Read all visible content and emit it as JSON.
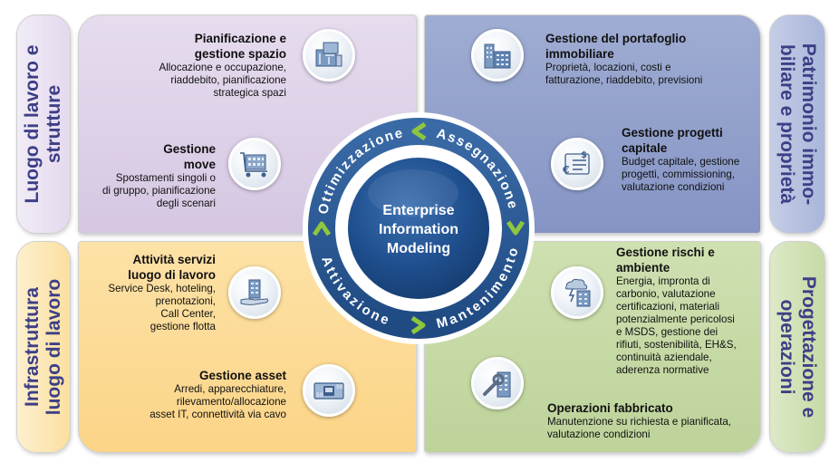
{
  "center": {
    "line1": "Enterprise",
    "line2": "Information",
    "line3": "Modeling"
  },
  "ring": {
    "top_left": "Ottimizzazione",
    "top_right": "Assegnazione",
    "bottom_left": "Attivazione",
    "bottom_right": "Mantenimento"
  },
  "side_labels": {
    "left_top": [
      "Luogo di lavoro e",
      "strutture"
    ],
    "left_bottom": [
      "Infrastruttura",
      "luogo di lavoro"
    ],
    "right_top": [
      "Patrimonio immo-",
      "biliare e proprietà"
    ],
    "right_bottom": [
      "Progettazione e",
      "operazioni"
    ]
  },
  "blocks": {
    "space": {
      "title": [
        "Pianificazione e",
        "gestione spazio"
      ],
      "desc": [
        "Allocazione e occupazione,",
        "riaddebito, pianificazione",
        "strategica spazi"
      ]
    },
    "move": {
      "title": [
        "Gestione",
        "move"
      ],
      "desc": [
        "Spostamenti singoli o",
        "di gruppo, pianificazione",
        "degli scenari"
      ]
    },
    "portfolio": {
      "title": [
        "Gestione del portafoglio",
        "immobiliare"
      ],
      "desc": [
        "Proprietà, locazioni, costi e",
        "fatturazione, riaddebito, previsioni"
      ]
    },
    "capital": {
      "title": [
        "Gestione progetti",
        "capitale"
      ],
      "desc": [
        "Budget capitale, gestione",
        "progetti, commissioning,",
        "valutazione condizioni"
      ]
    },
    "services": {
      "title": [
        "Attività servizi",
        "luogo di lavoro"
      ],
      "desc": [
        "Service Desk, hoteling,",
        "prenotazioni,",
        "Call Center,",
        "gestione flotta"
      ]
    },
    "asset": {
      "title": [
        "Gestione asset"
      ],
      "desc": [
        "Arredi, apparecchiature,",
        "rilevamento/allocazione",
        "asset IT, connettività via cavo"
      ]
    },
    "risk": {
      "title": [
        "Gestione rischi e",
        "ambiente"
      ],
      "desc": [
        "Energia, impronta di",
        "carbonio, valutazione",
        "certificazioni, materiali",
        "potenzialmente pericolosi",
        "e MSDS, gestione dei",
        "rifiuti, sostenibilità, EH&S,",
        "continuità aziendale,",
        "aderenza normative"
      ]
    },
    "operations": {
      "title": [
        "Operazioni fabbricato"
      ],
      "desc": [
        "Manutenzione su richiesta e pianificata,",
        "valutazione condizioni"
      ]
    }
  },
  "colors": {
    "purple": "#d9cde5",
    "blue": "#8e9fcb",
    "orange": "#fbd793",
    "green": "#c3d8a1",
    "ring": "#2f5f9a",
    "center": "#1f4f8e",
    "arrow": "#8ec63f",
    "label_purple": "#3d3f86",
    "label_orange": "#3d3f86"
  },
  "icons": {
    "space": "floor-plan-icon",
    "move": "moving-cart-icon",
    "portfolio": "buildings-icon",
    "capital": "budget-document-icon",
    "services": "service-hand-icon",
    "asset": "cash-asset-icon",
    "risk": "weather-building-icon",
    "operations": "wrench-building-icon"
  }
}
